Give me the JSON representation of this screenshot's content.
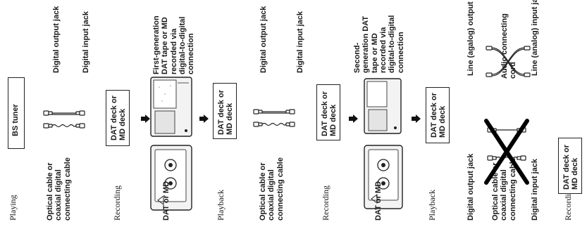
{
  "stages": [
    {
      "phase": "Playing",
      "device": "BS tuner",
      "cable_label": "Optical cable or\ncoaxial digital\nconnecting cable",
      "jack_upper": "Digital output jack",
      "jack_lower": "Digital input jack"
    },
    {
      "phase": "Recording",
      "device": "DAT deck or\nMD deck",
      "media_label": "DAT or MD",
      "copy_note": "First-generation\nDAT tape or MD\nrecorded via\ndigital-to-digital\nconnection"
    },
    {
      "phase": "Playback",
      "device": "DAT deck or\nMD deck",
      "cable_label": "Optical cable or\ncoaxial digital\nconnecting cable",
      "jack_upper": "Digital output jack",
      "jack_lower": "Digital input jack"
    },
    {
      "phase": "Recording",
      "device": "DAT deck or\nMD deck",
      "media_label": "DAT or MD",
      "copy_note": "Second-\ngeneration DAT\ntape or MD\nrecorded via\ndigital-to-digital\nconnection"
    },
    {
      "phase": "Playback",
      "device": "DAT deck or\nMD deck",
      "jack_digital_out": "Digital output jack",
      "jack_analog_out": "Line (agalog) output jacks",
      "cable_label": "Optical cable or\ncoaxial digital\nconnecting cable",
      "audio_cord_label": "Audio connecting\ncord",
      "jack_digital_in": "Digital input jack",
      "jack_analog_in": "Line (analog) input jacks"
    },
    {
      "phase": "Recording",
      "device": "DAT deck or\nMD deck"
    }
  ],
  "icons": {
    "arrow": "right-arrow-icon",
    "cable": "digital-cable-icon",
    "md": "minidisc-icon",
    "dat": "dat-cassette-icon",
    "prohibited": "x-cross-icon",
    "audio_cord": "audio-cord-icon"
  }
}
